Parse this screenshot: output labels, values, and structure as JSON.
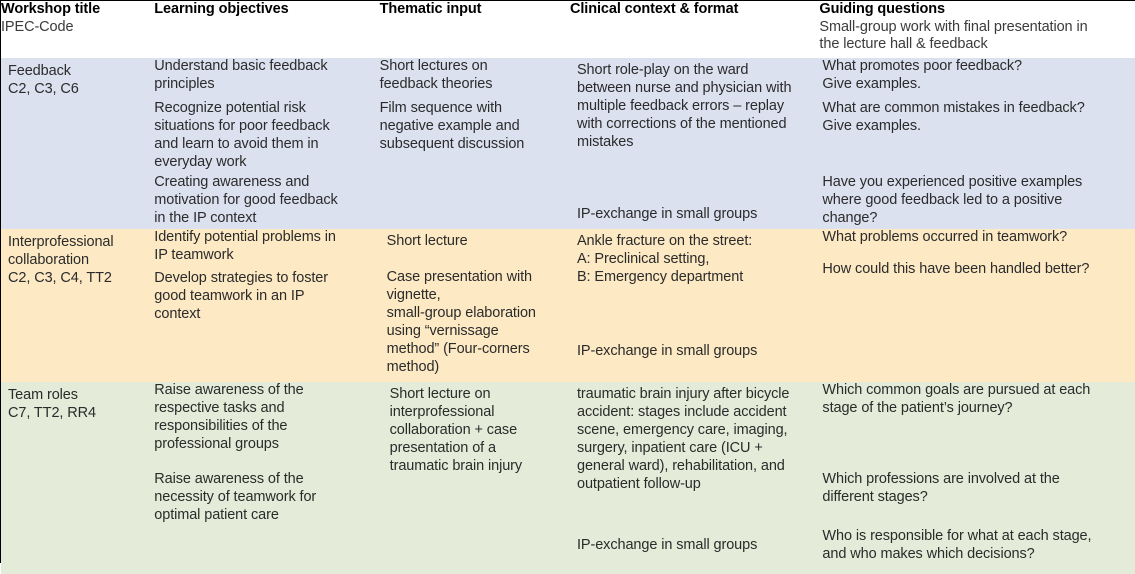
{
  "table": {
    "headers": [
      {
        "title": "Workshop title",
        "sub": "IPEC-Code"
      },
      {
        "title": "Learning objectives",
        "sub": ""
      },
      {
        "title": "Thematic input",
        "sub": ""
      },
      {
        "title": "Clinical context & format",
        "sub": ""
      },
      {
        "title": "Guiding questions",
        "sub": "Small-group work with final presentation in\nthe lecture hall & feedback"
      }
    ],
    "colors": {
      "row_feedback_bg": "#dce1f0",
      "row_interprofessional_bg": "#fdeac4",
      "row_teamroles_bg": "#e4ecd9",
      "header_bg": "#ffffff",
      "outer_border": "#000000",
      "inner_border": "#7f7f7f"
    },
    "rows": [
      {
        "id": "feedback",
        "title": "Feedback",
        "code": "C2, C3, C6",
        "learning_objectives": [
          "Understand basic feedback\nprinciples",
          "Recognize potential risk\nsituations for poor feedback\nand learn to avoid them in\neveryday work",
          "Creating awareness and\nmotivation for good feedback\nin the IP context"
        ],
        "thematic_input": [
          "Short lectures on\nfeedback theories",
          "Film sequence with\nnegative example and\nsubsequent discussion",
          ""
        ],
        "clinical_context": "Short role-play on the ward\nbetween nurse and physician with\nmultiple feedback errors – replay\nwith corrections of the mentioned\nmistakes",
        "clinical_footer": "IP-exchange in small groups",
        "guiding_questions": [
          "What promotes poor feedback?\nGive examples.",
          "What are common mistakes in feedback?\nGive examples.",
          "Have you experienced positive examples\nwhere good feedback led to a positive\nchange?"
        ]
      },
      {
        "id": "interprofessional-collaboration",
        "title": "Interprofessional\ncollaboration",
        "code": "C2, C3, C4, TT2",
        "learning_objectives": [
          "Identify potential problems in\nIP teamwork",
          "Develop strategies to foster\ngood teamwork in an IP\ncontext"
        ],
        "thematic_input": "Short lecture\n\nCase presentation with\nvignette,\nsmall-group elaboration\nusing “vernissage\nmethod” (Four-corners\nmethod)",
        "clinical_context": "Ankle fracture on the street:\nA: Preclinical setting,\nB: Emergency department",
        "clinical_footer": "IP-exchange in small groups",
        "guiding_questions": [
          "What problems occurred in teamwork?",
          "How could this have been handled better?"
        ]
      },
      {
        "id": "team-roles",
        "title": "Team roles",
        "code": "C7, TT2, RR4",
        "learning_objectives": [
          "Raise awareness of the\nrespective tasks and\nresponsibilities of the\nprofessional groups",
          "Raise awareness of the\nnecessity of teamwork for\noptimal patient care",
          ""
        ],
        "thematic_input": "Short lecture on\ninterprofessional\ncollaboration + case\npresentation of a\ntraumatic brain injury",
        "clinical_context": "traumatic brain injury after bicycle\naccident: stages include accident\nscene, emergency care, imaging,\nsurgery, inpatient care (ICU +\ngeneral ward), rehabilitation, and\noutpatient follow-up",
        "clinical_footer": "IP-exchange in small groups",
        "guiding_questions": [
          "Which common goals are pursued at each\nstage of the patient’s journey?",
          "Which professions are involved at the\ndifferent stages?",
          "Who is responsible for what at each stage,\nand who makes which decisions?"
        ]
      }
    ]
  }
}
